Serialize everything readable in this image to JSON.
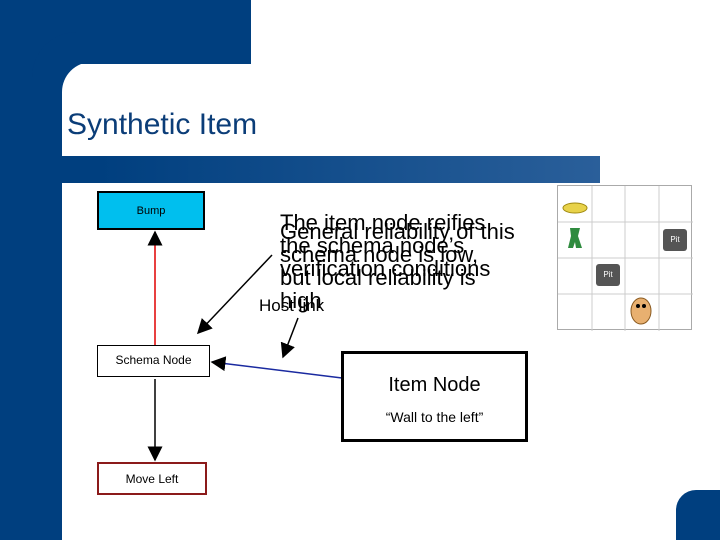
{
  "title": "Synthetic Item",
  "nodes": {
    "bump": "Bump",
    "schema_node": "Schema Node",
    "move_left": "Move Left",
    "item_node": "Item Node",
    "item_node_sub": "“Wall to the left”"
  },
  "overlay_text_1": [
    "The item node reifies",
    "the schema node’s",
    "verification conditions"
  ],
  "overlay_text_2": [
    "General reliability of this",
    "schema node is low,",
    "but local reliability is",
    "high"
  ],
  "host_link": "Host link",
  "grid": {
    "pit_label": "Pit"
  },
  "colors": {
    "header_blue": "#003f7f",
    "bump_fill": "#00bfee",
    "arrow_red": "#e00000",
    "arrow_blue": "#1a2aa0",
    "title_color": "#0b3d78"
  }
}
